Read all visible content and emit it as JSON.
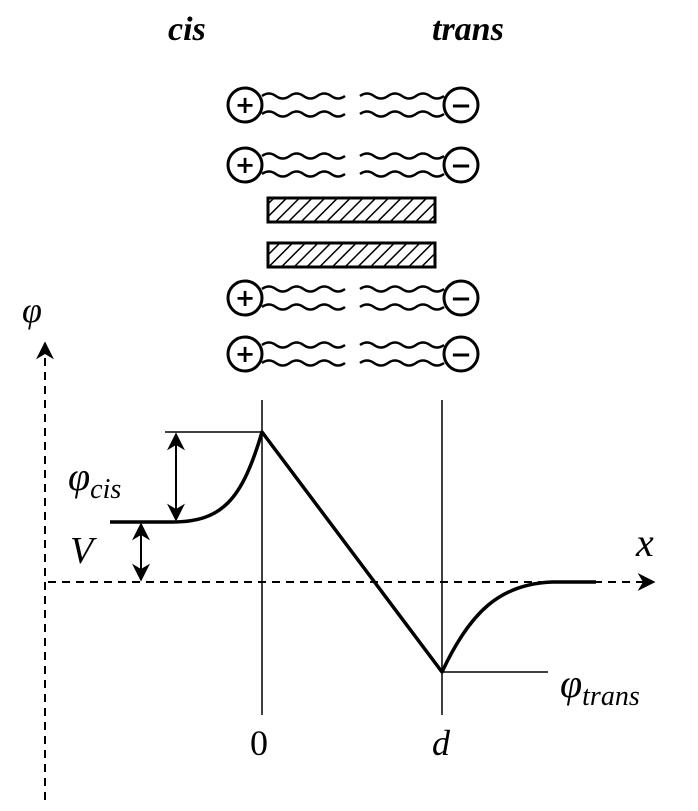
{
  "labels": {
    "cis": "cis",
    "trans": "trans",
    "phi": "φ",
    "phi_cis": "φ",
    "phi_cis_sub": "cis",
    "phi_trans": "φ",
    "phi_trans_sub": "trans",
    "V": "V",
    "x": "x",
    "zero": "0",
    "d": "d"
  },
  "lipids": {
    "left_charge": "+",
    "right_charge": "−"
  }
}
